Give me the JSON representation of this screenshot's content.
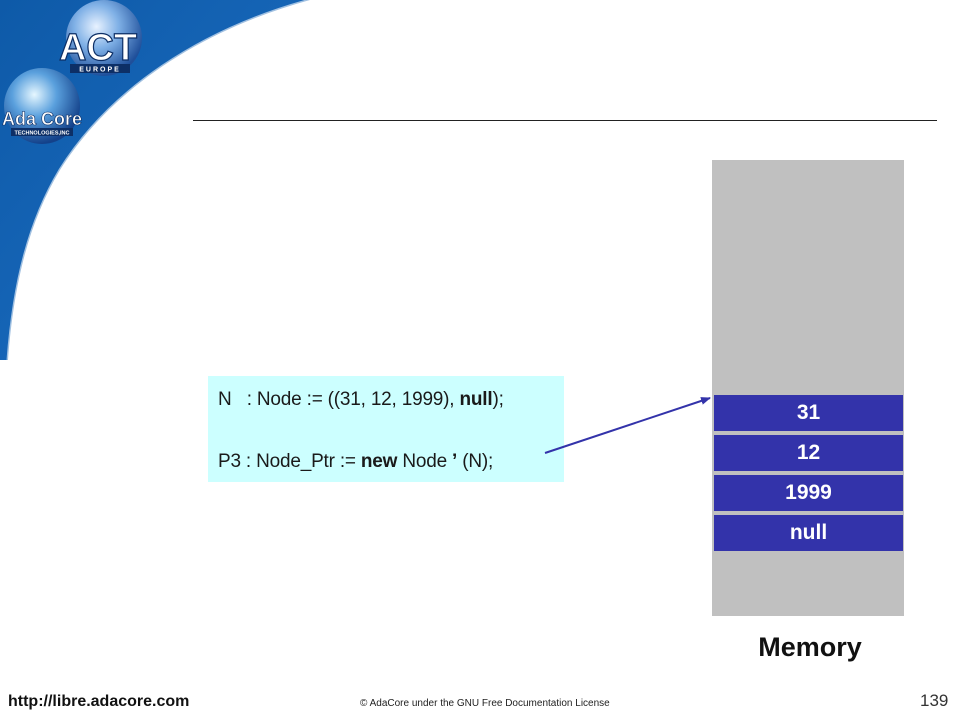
{
  "logos": {
    "act": "ACT",
    "act_sub": "EUROPE",
    "adacore": "Ada Core",
    "adacore_sub": "TECHNOLOGIES,INC"
  },
  "code": {
    "line1_pre": "N   : Node := ((31, 12, 1999), ",
    "line1_kw": "null",
    "line1_post": ");",
    "line2_pre": "P3 : Node_Ptr := ",
    "line2_kw": "new",
    "line2_mid": " Node ",
    "line2_tick": "’",
    "line2_post": " (N);"
  },
  "memory": {
    "label": "Memory",
    "cells": [
      "31",
      "12",
      "1999",
      "null"
    ]
  },
  "footer": {
    "url": "http://libre.adacore.com",
    "license": "© AdaCore under the GNU Free Documentation License",
    "page_number": "139"
  },
  "colors": {
    "accent_blue": "#1a5fb4",
    "code_background": "#ccffff",
    "memory_gray": "#c0c0c0",
    "cell_blue": "#3333aa"
  }
}
